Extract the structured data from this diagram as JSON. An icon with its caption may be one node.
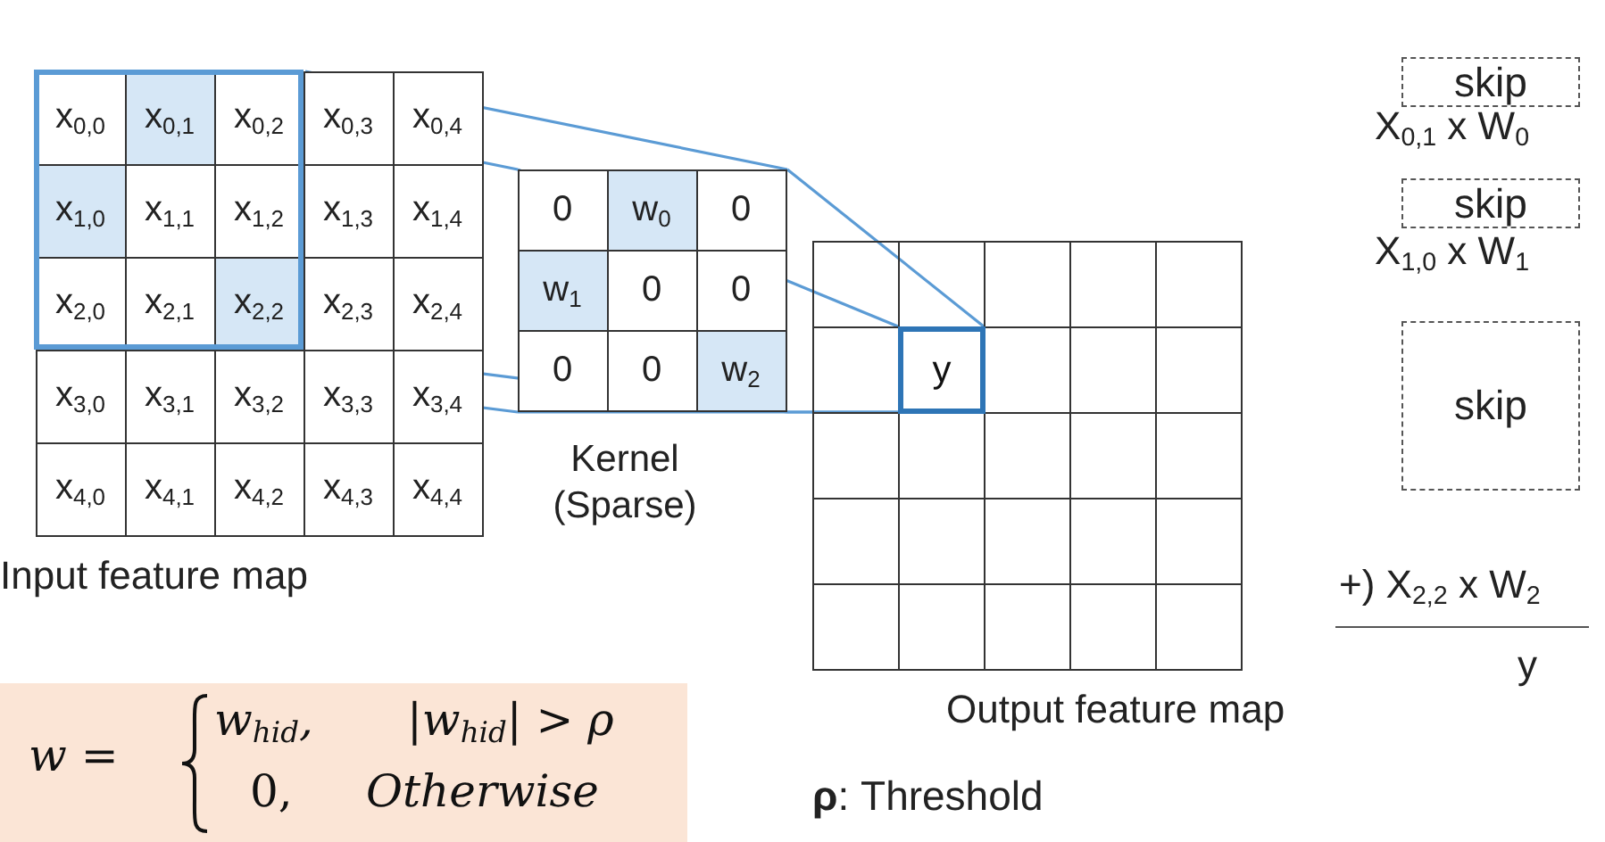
{
  "diagram": {
    "nodes": [
      {
        "text": [
          "Input feature map"
        ]
      },
      {
        "text": [],
        "shape": "box",
        "in": 0
      },
      {
        "text": [
          "Kernel (Sparse)"
        ]
      },
      {
        "text": [
          "Output feature map"
        ]
      },
      {
        "text": [
          "y"
        ],
        "in": 3
      },
      {
        "text": [
          "skip"
        ]
      },
      {
        "text": [
          "skip"
        ]
      },
      {
        "text": [
          "skip"
        ]
      },
      {
        "text": [
          "w =",
          "w$_{hid}$,",
          "|w$_{hid}$| > ρ",
          "0,",
          "Otherwise"
        ]
      }
    ],
    "edges": [
      {
        "from": 1,
        "to": 2,
        "arrow": "none"
      },
      {
        "from": 1,
        "to": 2,
        "arrow": "none"
      },
      {
        "from": 1,
        "to": 2,
        "arrow": "none"
      },
      {
        "from": 1,
        "to": 2,
        "arrow": "none"
      },
      {
        "from": 2,
        "to": 4,
        "arrow": "none"
      },
      {
        "from": 2,
        "to": 4,
        "arrow": "none"
      },
      {
        "from": 2,
        "to": 4,
        "arrow": "none"
      },
      {
        "from": 2,
        "to": 4,
        "arrow": "none"
      }
    ],
    "labels": [
      "x$_{0,0}$",
      "x$_{0,1}$",
      "x$_{0,2}$",
      "x$_{0,3}$",
      "x$_{0,4}$",
      "x$_{1,0}$",
      "x$_{1,1}$",
      "x$_{1,2}$",
      "x$_{1,3}$",
      "x$_{1,4}$",
      "x$_{2,0}$",
      "x$_{2,1}$",
      "x$_{2,2}$",
      "x$_{2,3}$",
      "x$_{2,4}$",
      "x$_{3,0}$",
      "x$_{3,1}$",
      "x$_{3,2}$",
      "x$_{3,3}$",
      "x$_{3,4}$",
      "x$_{4,0}$",
      "x$_{4,1}$",
      "x$_{4,2}$",
      "x$_{4,3}$",
      "x$_{4,4}$",
      "0",
      "w$_{0}$",
      "0",
      "w$_{1}$",
      "0",
      "0",
      "0",
      "0",
      "w$_{2}$",
      "X$_{0,1}$ x W$_{0}$",
      "X$_{1,0}$ x W$_{1}$",
      "+) X$_{2,2}$ x W$_{2}$",
      "y",
      "**ρ**: Threshold"
    ]
  }
}
